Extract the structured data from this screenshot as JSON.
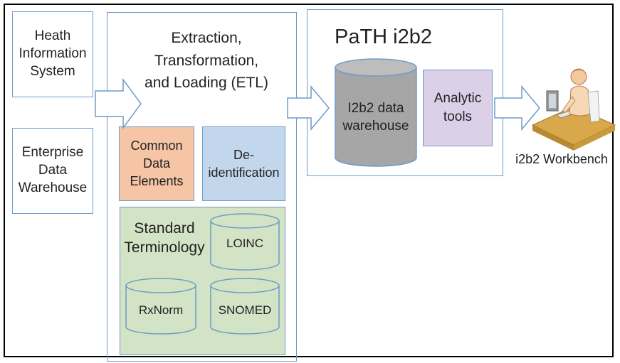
{
  "sources": {
    "his": [
      "Heath",
      "Information",
      "System"
    ],
    "edw": [
      "Enterprise",
      "Data",
      "Warehouse"
    ]
  },
  "etl": {
    "title": [
      "Extraction,",
      "Transformation,",
      "and Loading (ETL)"
    ],
    "common_data_elements": [
      "Common",
      "Data",
      "Elements"
    ],
    "deidentification": [
      "De-",
      "identification"
    ],
    "standard_terminology": [
      "Standard",
      "Terminology"
    ],
    "terminologies": [
      "LOINC",
      "RxNorm",
      "SNOMED"
    ]
  },
  "path_i2b2": {
    "title": "PaTH i2b2",
    "warehouse": [
      "I2b2 data",
      "warehouse"
    ],
    "analytic": [
      "Analytic",
      "tools"
    ]
  },
  "workbench": {
    "label": "i2b2 Workbench"
  },
  "colors": {
    "border": "#6f9bc8",
    "cde_fill": "#f5c5a5",
    "deid_fill": "#c3d7ec",
    "terminology_fill": "#d3e3c6",
    "warehouse_fill": "#a6a6a6",
    "analytic_fill": "#dcd0e8"
  }
}
